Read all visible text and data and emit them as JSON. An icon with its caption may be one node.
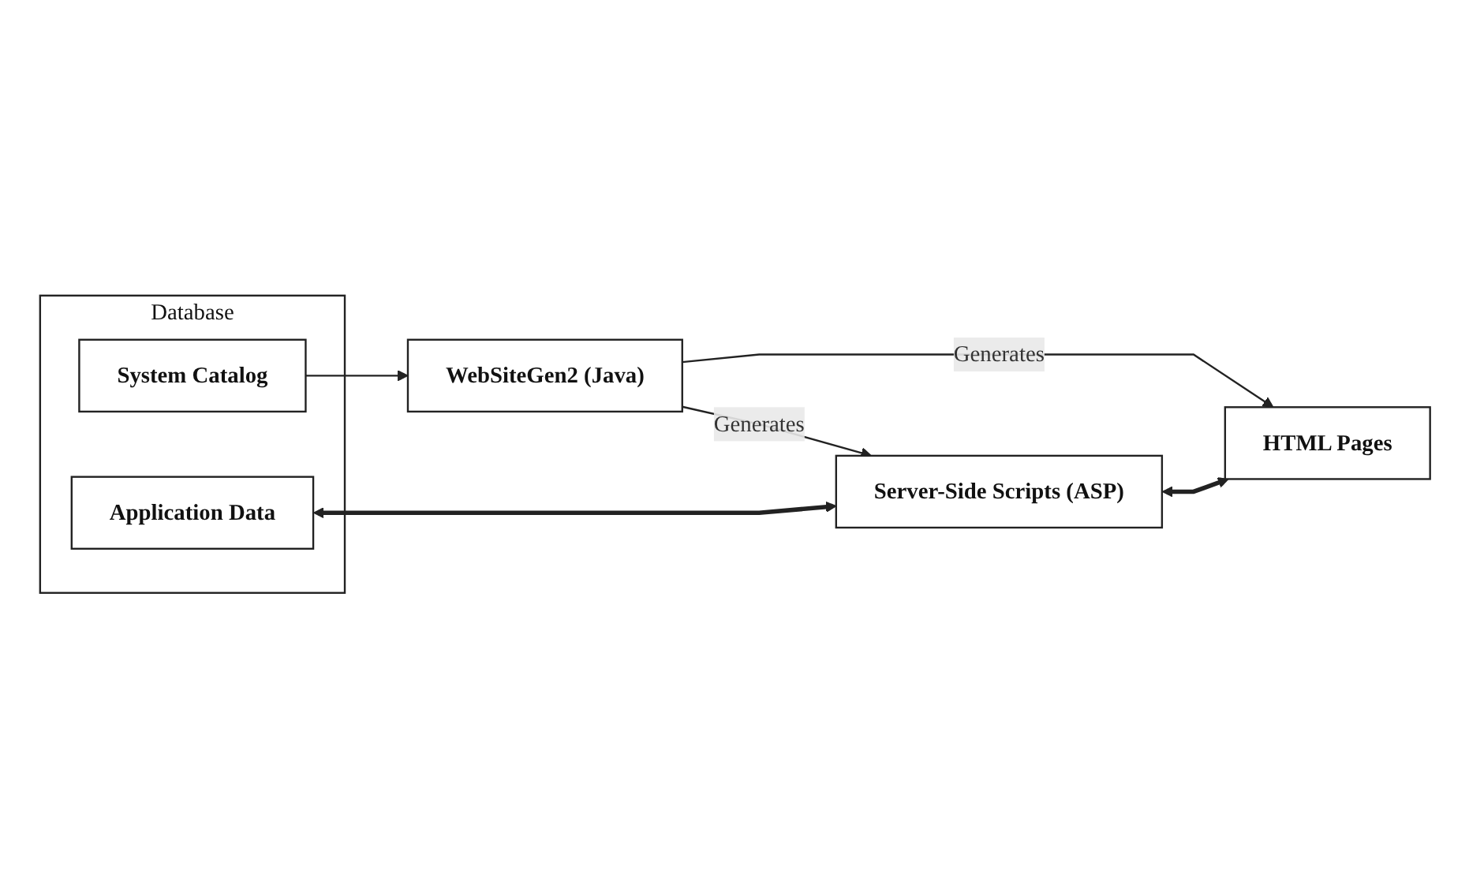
{
  "diagram": {
    "nodes": [
      {
        "text": [
          "Database"
        ]
      },
      {
        "text": [
          "System Catalog"
        ],
        "in": 0
      },
      {
        "text": [
          "Application Data"
        ],
        "in": 0
      },
      {
        "text": [
          "WebSiteGen2 (Java)"
        ]
      },
      {
        "text": [
          "HTML Pages"
        ]
      },
      {
        "text": [
          "Server-Side Scripts (ASP)"
        ]
      }
    ],
    "edges": [
      {
        "from": 1,
        "to": 3,
        "arrow": "to"
      },
      {
        "from": 3,
        "to": 4,
        "arrow": "to",
        "label": "Generates"
      },
      {
        "from": 3,
        "to": 5,
        "arrow": "to",
        "label": "Generates"
      },
      {
        "from": 2,
        "to": 5,
        "arrow": "both",
        "style": "thick"
      },
      {
        "from": 5,
        "to": 4,
        "arrow": "both",
        "style": "thick"
      }
    ]
  }
}
